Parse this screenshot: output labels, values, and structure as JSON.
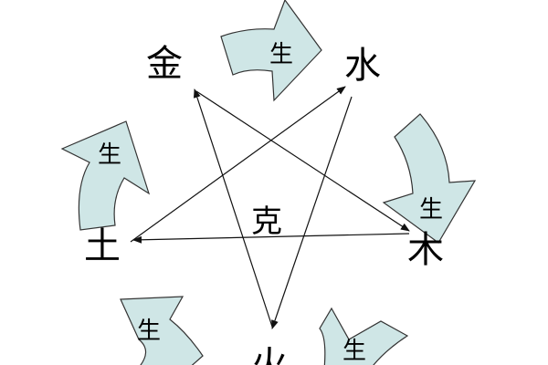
{
  "elements": {
    "metal": "金",
    "water": "水",
    "wood": "木",
    "fire": "火",
    "earth": "土"
  },
  "center_label": "克",
  "generate_label": "生",
  "colors": {
    "arrow_fill": "#cfe6e6",
    "arrow_stroke": "#333333",
    "line": "#111111"
  }
}
